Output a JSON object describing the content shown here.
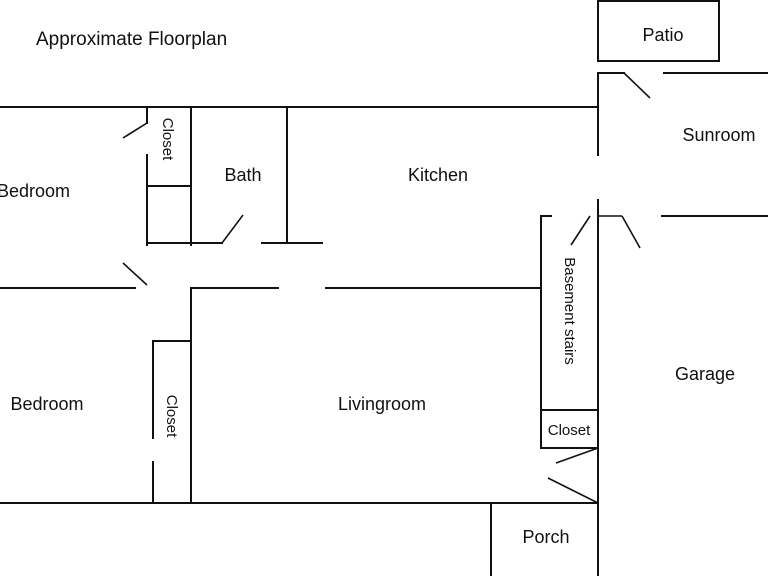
{
  "title": "Approximate Floorplan",
  "rooms": {
    "patio": "Patio",
    "sunroom": "Sunroom",
    "bedroom_top": "Bedroom",
    "closet_top": "Closet",
    "bath": "Bath",
    "kitchen": "Kitchen",
    "basement_stairs": "Basement stairs",
    "bedroom_bottom": "Bedroom",
    "closet_left": "Closet",
    "livingroom": "Livingroom",
    "closet_right": "Closet",
    "garage": "Garage",
    "porch": "Porch"
  }
}
